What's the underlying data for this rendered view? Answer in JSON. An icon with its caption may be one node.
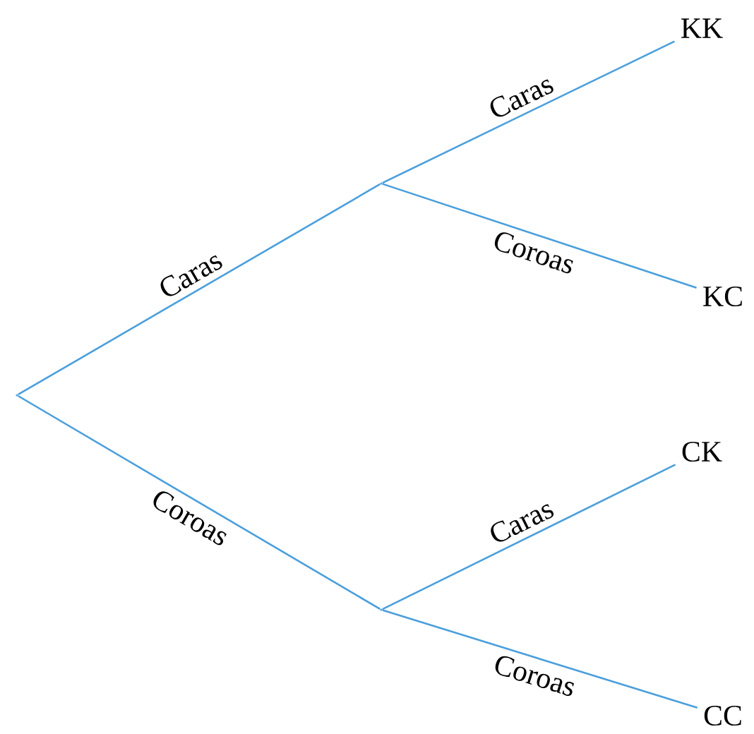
{
  "diagram": {
    "nodes": [
      {
        "text": [],
        "shape": "point"
      },
      {
        "text": [],
        "shape": "point"
      },
      {
        "text": [
          "KK"
        ]
      },
      {
        "text": [
          "KC"
        ]
      },
      {
        "text": [],
        "shape": "point"
      },
      {
        "text": [
          "CK"
        ]
      },
      {
        "text": [
          "CC"
        ]
      }
    ],
    "edges": [
      {
        "from": 0,
        "to": 1,
        "arrow": "none",
        "label": "Caras"
      },
      {
        "from": 1,
        "to": 2,
        "arrow": "none",
        "label": "Caras"
      },
      {
        "from": 1,
        "to": 3,
        "arrow": "none",
        "label": "Coroas"
      },
      {
        "from": 0,
        "to": 4,
        "arrow": "none",
        "label": "Coroas"
      },
      {
        "from": 4,
        "to": 5,
        "arrow": "none",
        "label": "Caras"
      },
      {
        "from": 4,
        "to": 6,
        "arrow": "none",
        "label": "Coroas"
      }
    ]
  }
}
